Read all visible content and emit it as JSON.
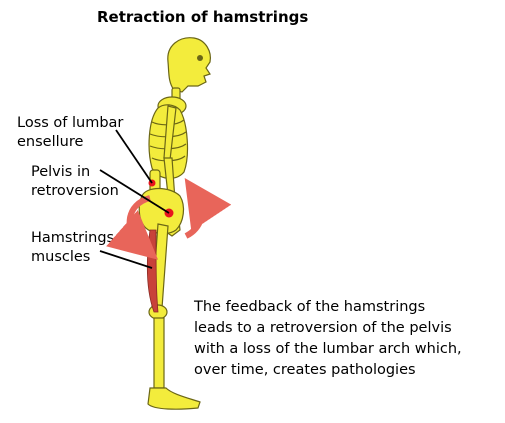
{
  "title": "Retraction of hamstrings",
  "labels": {
    "lumbar_line1": "Loss of lumbar",
    "lumbar_line2": "ensellure",
    "pelvis_line1": "Pelvis in",
    "pelvis_line2": "retroversion",
    "hamstrings_line1": "Hamstrings",
    "hamstrings_line2": "muscles"
  },
  "caption": {
    "line1": "The feedback of the hamstrings",
    "line2": "leads to a retroversion of the pelvis",
    "line3": "with a loss of the lumbar arch which,",
    "line4": "over time, creates pathologies"
  },
  "colors": {
    "bone": "#f3ec3c",
    "bone_outline": "#6b6616",
    "muscle": "#c8423a",
    "arrow": "#e8655a",
    "marker": "#e8141e",
    "leader_line": "#000000"
  }
}
